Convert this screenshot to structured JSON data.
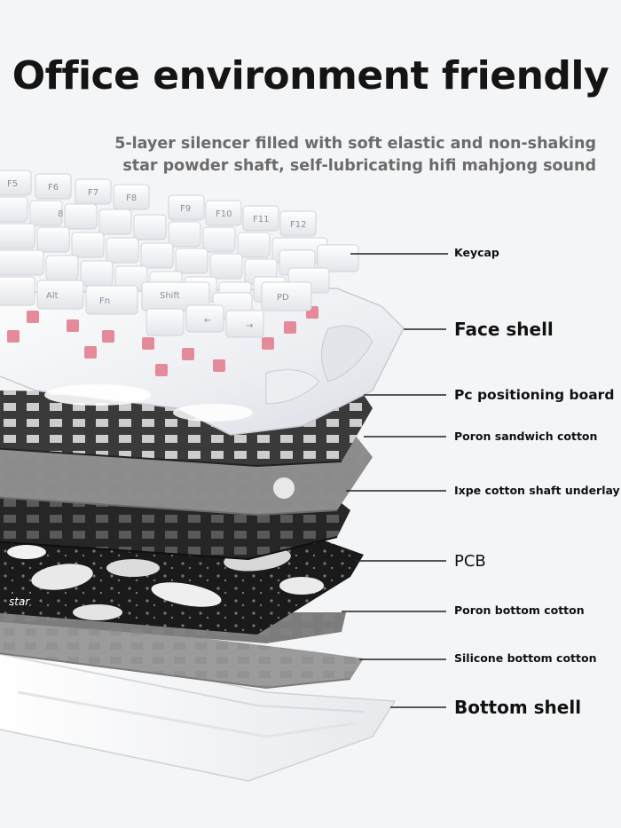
{
  "title": "Office environment friendly",
  "subtitle": {
    "line1": "5-layer silencer filled with soft elastic and non-shaking",
    "line2": "star powder shaft, self-lubricating hifi mahjong sound"
  },
  "keys": {
    "f5": "F5",
    "f6": "F6",
    "f7": "F7",
    "f8": "F8",
    "f9": "F9",
    "f10": "F10",
    "f11": "F11",
    "f12": "F12",
    "eight": "8",
    "alt": "Alt",
    "fn": "Fn",
    "shift": "Shift",
    "pd": "PD",
    "brand": "star"
  },
  "layers": [
    {
      "label": "Keycap"
    },
    {
      "label": "Face shell"
    },
    {
      "label": "Pc positioning board"
    },
    {
      "label": "Poron sandwich cotton"
    },
    {
      "label": "Ixpe cotton shaft underlay"
    },
    {
      "label": "PCB"
    },
    {
      "label": "Poron bottom cotton"
    },
    {
      "label": "Silicone bottom cotton"
    },
    {
      "label": "Bottom shell"
    }
  ],
  "colors": {
    "background": "#f4f5f7",
    "title": "#141414",
    "subtitle": "#6b6b6b",
    "switch_stem": "#e58a9a",
    "leader_line": "#222222"
  }
}
